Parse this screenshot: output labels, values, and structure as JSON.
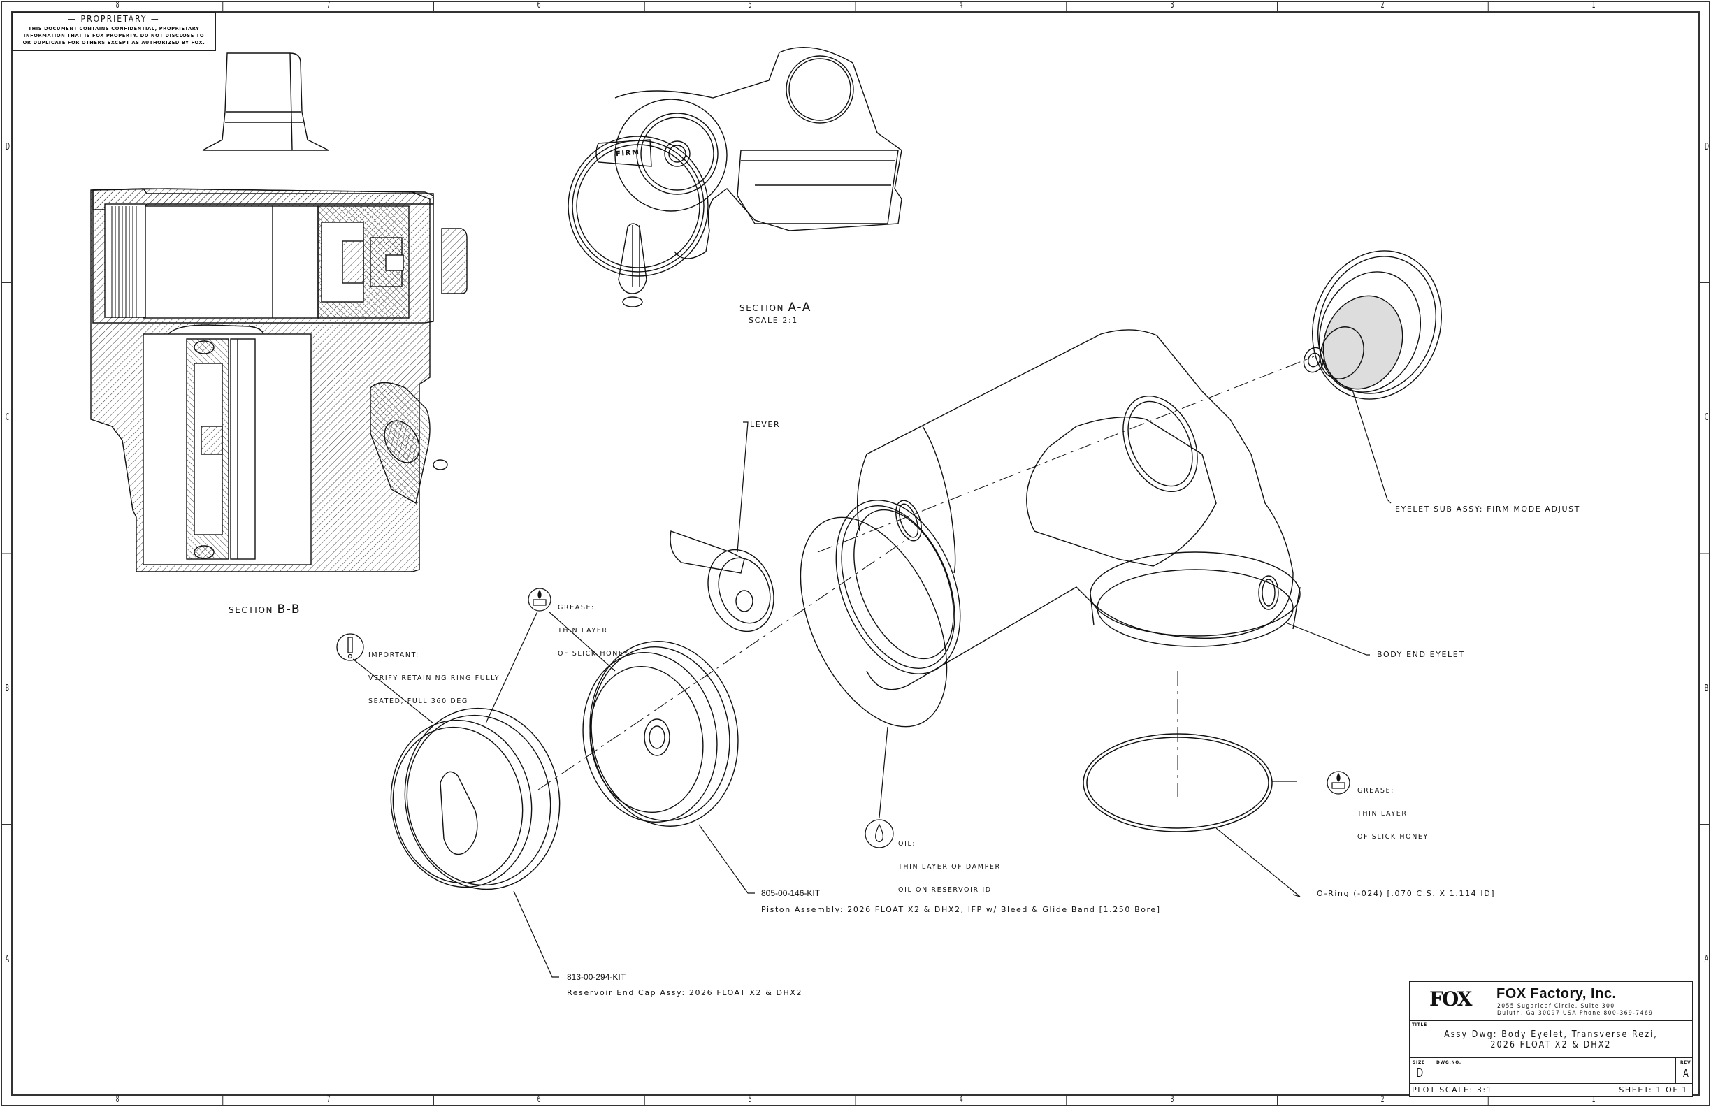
{
  "sheet": {
    "zones_top": [
      "8",
      "7",
      "6",
      "5",
      "4",
      "3",
      "2",
      "1"
    ],
    "zones_side": [
      "D",
      "C",
      "B",
      "A"
    ]
  },
  "proprietary": {
    "title": "— PROPRIETARY —",
    "lines": [
      "THIS DOCUMENT CONTAINS CONFIDENTIAL, PROPRIETARY",
      "INFORMATION THAT IS FOX PROPERTY. DO NOT DISCLOSE TO",
      "OR DUPLICATE FOR OTHERS EXCEPT AS AUTHORIZED BY FOX."
    ]
  },
  "views": {
    "section_a": {
      "label": "SECTION",
      "letters": "A-A",
      "scale": "SCALE 2:1"
    },
    "section_b": {
      "label": "SECTION",
      "letters": "B-B"
    },
    "lever_marking": "FIRM"
  },
  "callouts": {
    "lever": "LEVER",
    "eyelet_sub_assy": "EYELET SUB ASSY: FIRM MODE ADJUST",
    "body_end_eyelet": "BODY END EYELET",
    "important": {
      "icon": "exclamation-icon",
      "lines": [
        "IMPORTANT:",
        "VERIFY RETAINING RING FULLY",
        "SEATED, FULL 360 DEG"
      ]
    },
    "grease_1": {
      "icon": "grease-icon",
      "icon_text": "GREASE",
      "lines": [
        "GREASE:",
        "THIN LAYER",
        "OF SLICK HONEY"
      ]
    },
    "grease_2": {
      "icon": "grease-icon",
      "icon_text": "GREASE",
      "lines": [
        "GREASE:",
        "THIN LAYER",
        "OF SLICK HONEY"
      ]
    },
    "oil": {
      "icon": "oil-drop-icon",
      "lines": [
        "OIL:",
        "THIN LAYER OF DAMPER",
        "OIL ON RESERVOIR ID"
      ]
    },
    "o_ring": "O-Ring (-024) [.070 C.S. X 1.114 ID]",
    "piston": {
      "part_number": "805-00-146-KIT",
      "description": "Piston Assembly: 2026 FLOAT X2 & DHX2, IFP w/ Bleed & Glide Band [1.250 Bore]"
    },
    "end_cap": {
      "part_number": "813-00-294-KIT",
      "description": "Reservoir End Cap Assy: 2026 FLOAT X2 & DHX2"
    }
  },
  "title_block": {
    "logo_text": "FOX",
    "company": "FOX Factory, Inc.",
    "address_line1": "2055 Sugarloaf Circle, Suite 300",
    "address_line2": "Duluth, Ga 30097 USA Phone 800-369-7469",
    "title_label": "TITLE",
    "title_line1": "Assy Dwg: Body Eyelet, Transverse Rezi,",
    "title_line2": "2026 FLOAT X2 & DHX2",
    "size_label": "SIZE",
    "size": "D",
    "dwg_no_label": "DWG.NO.",
    "dwg_no": "",
    "rev_label": "REV",
    "rev": "A",
    "plot_scale": "PLOT SCALE: 3:1",
    "sheet": "SHEET: 1 OF 1"
  }
}
